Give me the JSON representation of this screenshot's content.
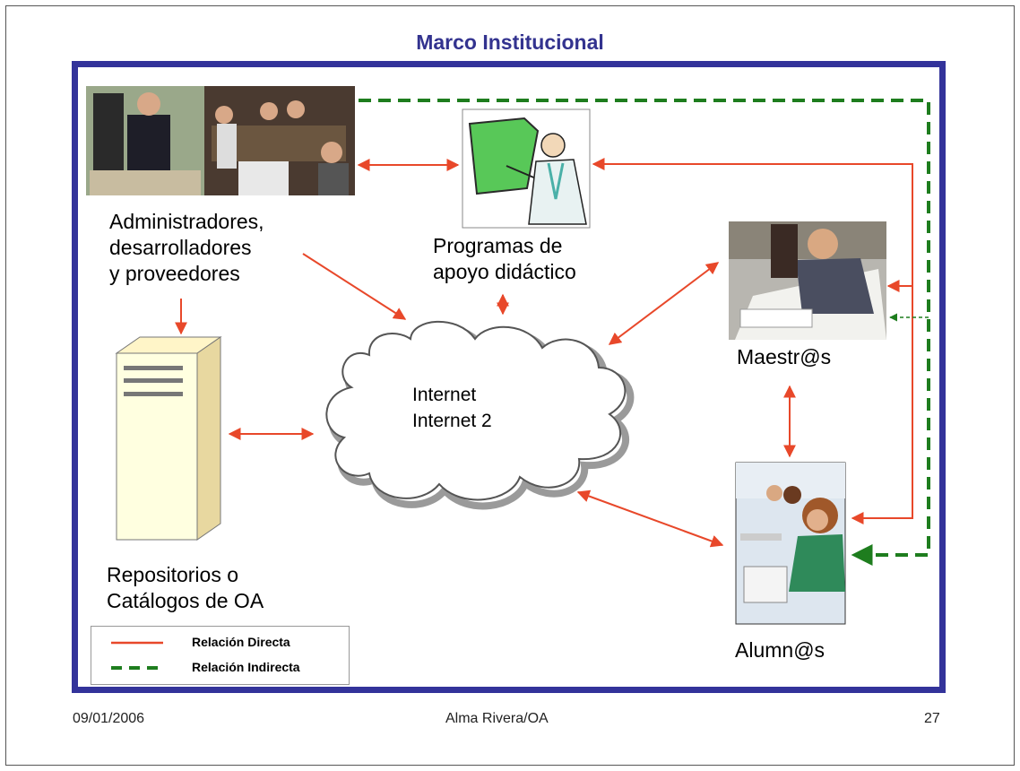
{
  "slide": {
    "title": "Marco Institucional",
    "footer_date": "09/01/2006",
    "footer_author": "Alma Rivera/OA",
    "footer_page": "27"
  },
  "nodes": {
    "admin_line1": "Administradores,",
    "admin_line2": "desarrolladores",
    "admin_line3": "y proveedores",
    "programs_line1": "Programas de",
    "programs_line2": "apoyo didáctico",
    "internet_line1": "Internet",
    "internet_line2": "Internet 2",
    "teachers": "Maestr@s",
    "students": "Alumn@s",
    "repo_line1": "Repositorios o",
    "repo_line2": "Catálogos de OA"
  },
  "legend": {
    "direct": "Relación Directa",
    "indirect": "Relación Indirecta"
  },
  "colors": {
    "direct": "#e8482a",
    "indirect": "#1e7d1e",
    "frame": "#33339a",
    "title": "#33338f"
  }
}
